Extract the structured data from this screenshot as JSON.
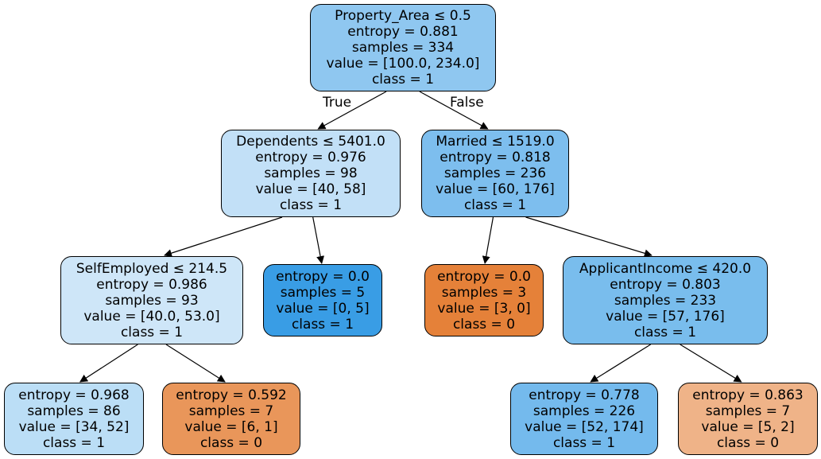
{
  "tree": {
    "nodes": [
      {
        "id": "root",
        "lines": [
          "Property_Area ≤ 0.5",
          "entropy = 0.881",
          "samples = 334",
          "value = [100.0, 234.0]",
          "class = 1"
        ],
        "fill": "#8fc7f0"
      },
      {
        "id": "n1",
        "lines": [
          "Dependents ≤ 5401.0",
          "entropy = 0.976",
          "samples = 98",
          "value = [40, 58]",
          "class = 1"
        ],
        "fill": "#c2e0f7"
      },
      {
        "id": "n2",
        "lines": [
          "Married ≤ 1519.0",
          "entropy = 0.818",
          "samples = 236",
          "value = [60, 176]",
          "class = 1"
        ],
        "fill": "#7dbeee"
      },
      {
        "id": "n3",
        "lines": [
          "SelfEmployed ≤ 214.5",
          "entropy = 0.986",
          "samples = 93",
          "value = [40.0, 53.0]",
          "class = 1"
        ],
        "fill": "#cee6f8"
      },
      {
        "id": "n4",
        "lines": [
          "entropy = 0.0",
          "samples = 5",
          "value = [0, 5]",
          "class = 1"
        ],
        "fill": "#399de5"
      },
      {
        "id": "n5",
        "lines": [
          "entropy = 0.0",
          "samples = 3",
          "value = [3, 0]",
          "class = 0"
        ],
        "fill": "#e58139"
      },
      {
        "id": "n6",
        "lines": [
          "ApplicantIncome ≤ 420.0",
          "entropy = 0.803",
          "samples = 233",
          "value = [57, 176]",
          "class = 1"
        ],
        "fill": "#79bded"
      },
      {
        "id": "n7",
        "lines": [
          "entropy = 0.968",
          "samples = 86",
          "value = [34, 52]",
          "class = 1"
        ],
        "fill": "#bbdef6"
      },
      {
        "id": "n8",
        "lines": [
          "entropy = 0.592",
          "samples = 7",
          "value = [6, 1]",
          "class = 0"
        ],
        "fill": "#e9965a"
      },
      {
        "id": "n9",
        "lines": [
          "entropy = 0.778",
          "samples = 226",
          "value = [52, 174]",
          "class = 1"
        ],
        "fill": "#74baed"
      },
      {
        "id": "n10",
        "lines": [
          "entropy = 0.863",
          "samples = 7",
          "value = [5, 2]",
          "class = 0"
        ],
        "fill": "#efb388"
      }
    ],
    "edges": [
      {
        "from": "root",
        "to": "n1",
        "label": "True"
      },
      {
        "from": "root",
        "to": "n2",
        "label": "False"
      },
      {
        "from": "n1",
        "to": "n3",
        "label": ""
      },
      {
        "from": "n1",
        "to": "n4",
        "label": ""
      },
      {
        "from": "n2",
        "to": "n5",
        "label": ""
      },
      {
        "from": "n2",
        "to": "n6",
        "label": ""
      },
      {
        "from": "n3",
        "to": "n7",
        "label": ""
      },
      {
        "from": "n3",
        "to": "n8",
        "label": ""
      },
      {
        "from": "n6",
        "to": "n9",
        "label": ""
      },
      {
        "from": "n6",
        "to": "n10",
        "label": ""
      }
    ]
  }
}
